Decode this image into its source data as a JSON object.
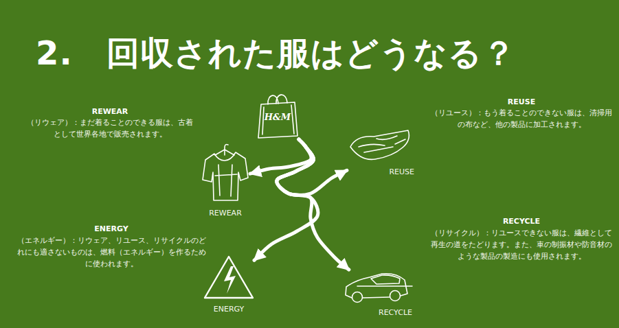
{
  "diagram": {
    "title": "2.　回収された服はどうなる？",
    "nodes": [
      {
        "text": [
          "H&M"
        ]
      },
      {
        "text": [
          "REWEAR"
        ]
      },
      {
        "text": [
          "REUSE"
        ]
      },
      {
        "text": [
          "ENERGY"
        ]
      },
      {
        "text": [
          "RECYCLE"
        ]
      }
    ],
    "edges": [
      {
        "from": 0,
        "to": 1,
        "arrow": "to"
      },
      {
        "from": 0,
        "to": 2,
        "arrow": "to"
      },
      {
        "from": 0,
        "to": 3,
        "arrow": "to"
      },
      {
        "from": 0,
        "to": 4,
        "arrow": "to"
      }
    ],
    "labels": [
      "REWEAR",
      "（リウェア）：まだ着ることのできる服は、古着として世界各地で販売されます。",
      "REUSE",
      "（リユース）：もう着ることのできない服は、清掃用の布など、他の製品に加工されます。",
      "ENERGY",
      "（エネルギー）：リウェア、リユース、リサイクルのどれにも適さないものは、燃料（エネルギー）を作るために使われます。",
      "RECYCLE",
      "（リサイクル）：リユースできない服は、繊維として再生の道をたどります。また、車の制振材や防音材のような製品の製造にも使用されます。"
    ]
  }
}
